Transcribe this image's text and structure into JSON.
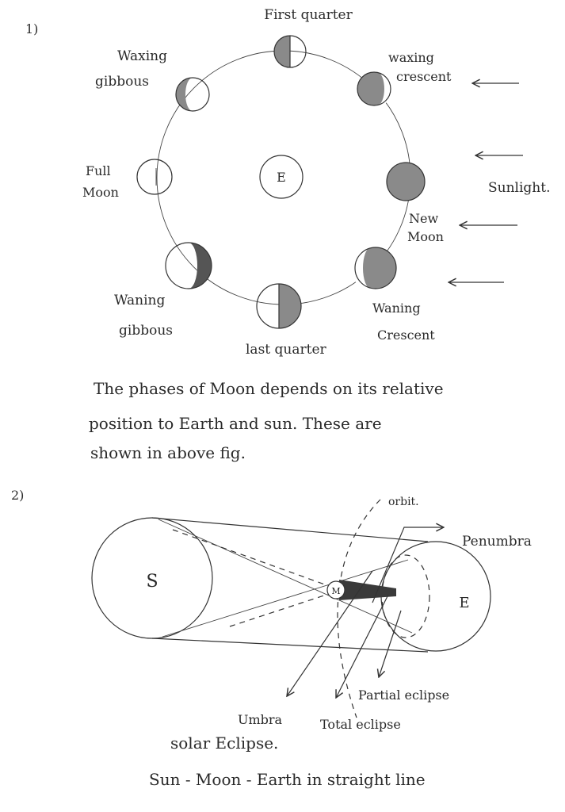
{
  "fig1": {
    "number": "1)",
    "earth_label": "E",
    "phases": {
      "first_quarter": "First quarter",
      "waxing_crescent_1": "waxing",
      "waxing_crescent_2": "crescent",
      "waxing_gibbous_1": "Waxing",
      "waxing_gibbous_2": "gibbous",
      "full_moon_1": "Full",
      "full_moon_2": "Moon",
      "new_moon_1": "New",
      "new_moon_2": "Moon",
      "waning_gibbous_1": "Waning",
      "waning_gibbous_2": "gibbous",
      "last_quarter": "last quarter",
      "waning_crescent_1": "Waning",
      "waning_crescent_2": "Crescent"
    },
    "sunlight_label": "Sunlight.",
    "caption_line1": "The phases of Moon depends on its relative",
    "caption_line2": "position to Earth and sun. These are",
    "caption_line3": "shown in above fig."
  },
  "fig2": {
    "number": "2)",
    "sun_label": "S",
    "earth_label": "E",
    "moon_label": "M",
    "orbit_label": "orbit.",
    "penumbra_label": "Penumbra",
    "partial_label": "Partial eclipse",
    "umbra_label": "Umbra",
    "total_label": "Total eclipse",
    "caption_line1": "solar Eclipse.",
    "caption_line2": "Sun - Moon - Earth in straight line"
  },
  "colors": {
    "ink": "#2a2a2a",
    "shade": "#8a8a8a"
  }
}
